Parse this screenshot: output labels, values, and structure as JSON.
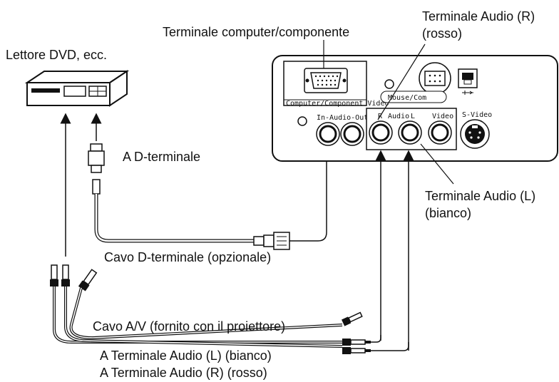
{
  "labels": {
    "dvd_player": "Lettore DVD, ecc.",
    "computer_terminal": "Terminale computer/componente",
    "audio_r_terminal_l1": "Terminale Audio (R)",
    "audio_r_terminal_l2": "(rosso)",
    "audio_l_terminal_l1": "Terminale Audio (L)",
    "audio_l_terminal_l2": "(bianco)",
    "to_d_terminal": "A D-terminale",
    "d_terminal_cable": "Cavo D-terminale (opzionale)",
    "av_cable": "Cavo A/V (fornito con il proiettore)",
    "to_audio_l": "A Terminale Audio (L) (bianco)",
    "to_audio_r": "A Terminale Audio (R) (rosso)"
  },
  "panel_labels": {
    "computer_component_video": "Computer/Component Video",
    "mouse_com": "Mouse/Com",
    "in_audio_out": "In-Audio-Out",
    "r": "R",
    "audio": "Audio",
    "l": "L",
    "video": "Video",
    "s_video": "S-Video"
  },
  "colors": {
    "line": "#111111",
    "panel_fill": "#ffffff",
    "background": "#ffffff"
  }
}
